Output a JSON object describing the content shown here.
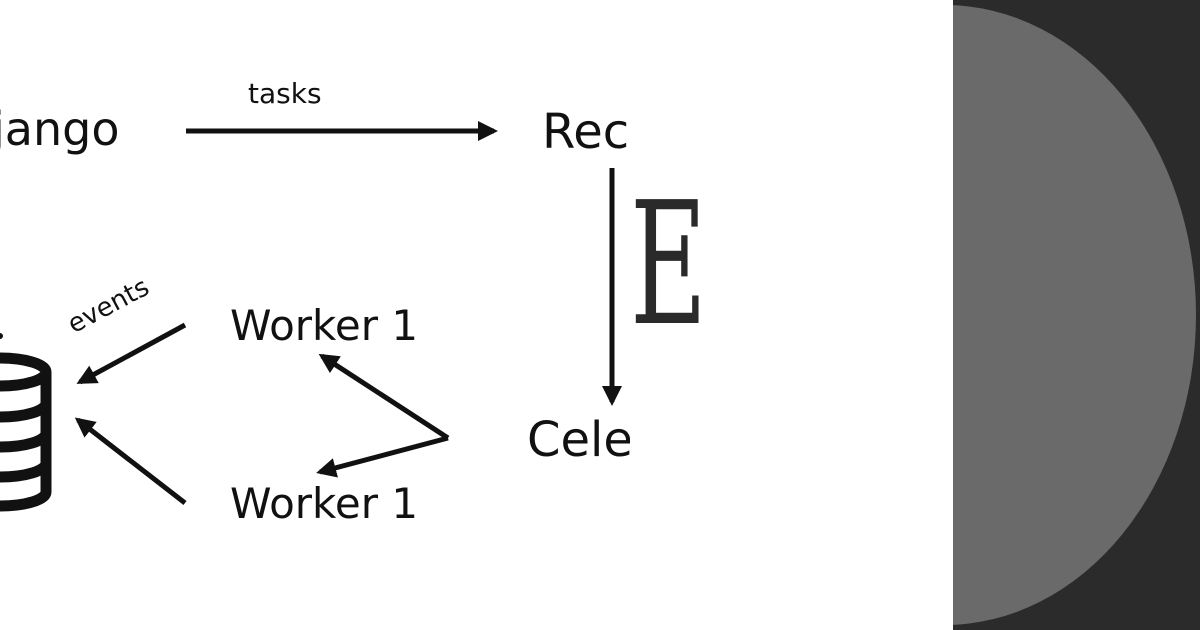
{
  "diagram": {
    "nodes": {
      "django": "jango",
      "redis": "Rec",
      "celery": "Cele",
      "worker_top": "Worker 1",
      "worker_bottom": "Worker 1"
    },
    "edges": {
      "tasks_label": "tasks",
      "events_label": "events"
    }
  },
  "logo": {
    "letter": "E"
  },
  "colors": {
    "stroke": "#111111",
    "panel": "#2b2b2b",
    "disc": "#6a6a6a"
  }
}
